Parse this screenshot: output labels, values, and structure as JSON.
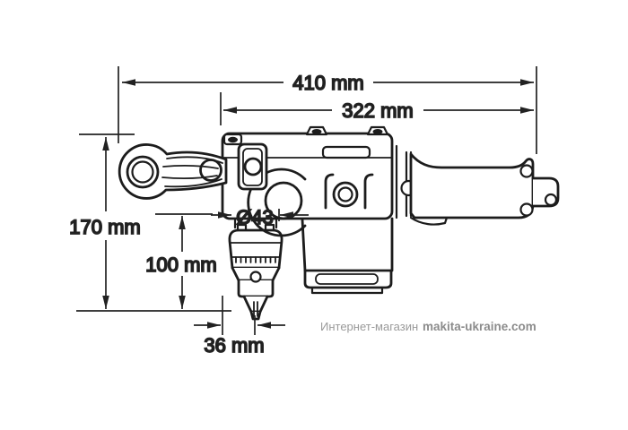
{
  "diagram": {
    "subject": "hammer-drill side view dimensional drawing",
    "labels": {
      "overall_length": "410 mm",
      "upper_length": "322 mm",
      "height": "170 mm",
      "spindle_height": "100 mm",
      "neck_diameter": "Ø43",
      "chuck_offset": "36 mm"
    },
    "colors": {
      "line": "#1c1c1c",
      "dimension_line": "#222222",
      "background": "#ffffff",
      "watermark_text": "#9a9a9a",
      "watermark_site": "#8c8c8c"
    }
  },
  "watermark": {
    "store_label": "Интернет-магазин",
    "site_label": "makita-ukraine.com"
  }
}
